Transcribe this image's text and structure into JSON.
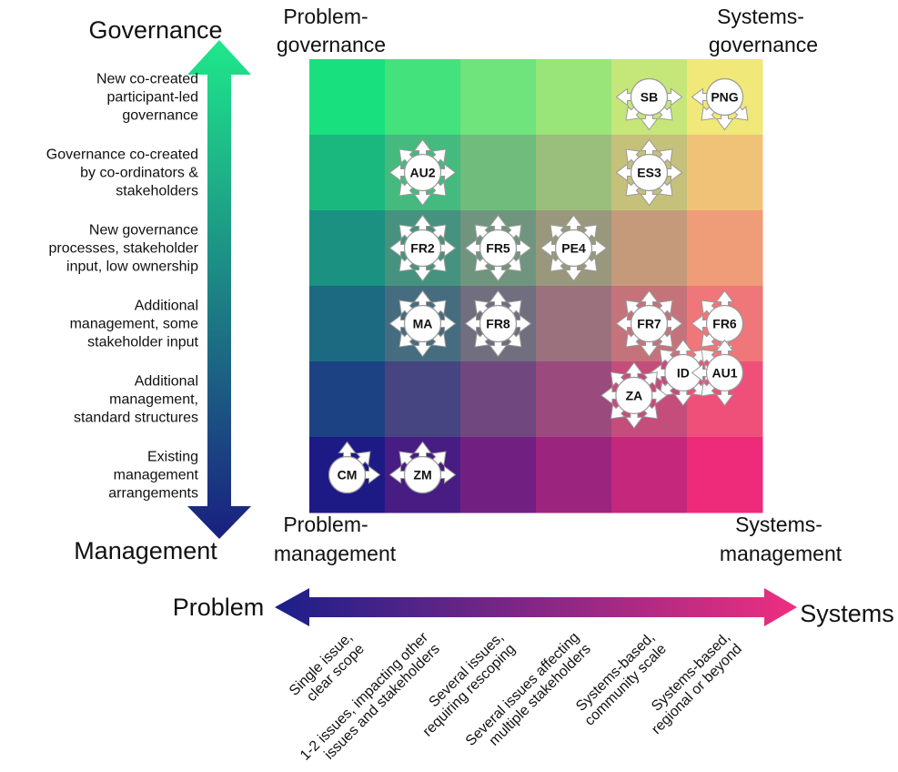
{
  "axis_titles": {
    "governance": "Governance",
    "management": "Management",
    "problem": "Problem",
    "systems": "Systems"
  },
  "corner_labels": {
    "top_left": [
      "Problem-",
      "governance"
    ],
    "top_right": [
      "Systems-",
      "governance"
    ],
    "bottom_left": [
      "Problem-",
      "management"
    ],
    "bottom_right": [
      "Systems-",
      "management"
    ]
  },
  "y_levels": [
    [
      "New co-created",
      "participant-led",
      "governance"
    ],
    [
      "Governance co-created",
      "by co-ordinators &",
      "stakeholders"
    ],
    [
      "New governance",
      "processes, stakeholder",
      "input, low ownership"
    ],
    [
      "Additional",
      "management, some",
      "stakeholder input"
    ],
    [
      "Additional",
      "management,",
      "standard structures"
    ],
    [
      "Existing",
      "management",
      "arrangements"
    ]
  ],
  "x_levels": [
    [
      "Single issue,",
      "clear scope"
    ],
    [
      "1-2 issues, impacting other",
      "issues and stakeholders"
    ],
    [
      "Several issues,",
      "requiring rescoping"
    ],
    [
      "Several issues affecting",
      "multiple stakeholders"
    ],
    [
      "Systems-based,",
      "community scale"
    ],
    [
      "Systems-based,",
      "regional or beyond"
    ]
  ],
  "colors": {
    "top_left": "#19e07e",
    "top_right": "#f0e878",
    "bottom_left": "#1e1a85",
    "bottom_right": "#ee2a7a",
    "vertical_arrow_top": "#1fe88a",
    "vertical_arrow_bottom": "#1a1f80",
    "horizontal_arrow_left": "#1a1f8a",
    "horizontal_arrow_right": "#ee2f80"
  },
  "cases": [
    {
      "id": "SB",
      "col": 4,
      "row": 5,
      "arrows": [
        "w",
        "e",
        "s",
        "sw",
        "se"
      ]
    },
    {
      "id": "PNG",
      "col": 5,
      "row": 5,
      "arrows": [
        "w",
        "s",
        "sw",
        "se"
      ]
    },
    {
      "id": "AU2",
      "col": 1,
      "row": 4,
      "arrows": [
        "n",
        "s",
        "e",
        "w",
        "ne",
        "nw",
        "se",
        "sw"
      ]
    },
    {
      "id": "ES3",
      "col": 4,
      "row": 4,
      "arrows": [
        "n",
        "s",
        "e",
        "w",
        "ne",
        "nw",
        "se",
        "sw"
      ]
    },
    {
      "id": "FR2",
      "col": 1,
      "row": 3,
      "arrows": [
        "n",
        "s",
        "e",
        "w",
        "ne",
        "nw",
        "se",
        "sw"
      ]
    },
    {
      "id": "FR5",
      "col": 2,
      "row": 3,
      "arrows": [
        "n",
        "s",
        "e",
        "w",
        "ne",
        "nw",
        "se",
        "sw"
      ]
    },
    {
      "id": "PE4",
      "col": 3,
      "row": 3,
      "arrows": [
        "n",
        "s",
        "e",
        "w",
        "ne",
        "nw",
        "se",
        "sw"
      ]
    },
    {
      "id": "MA",
      "col": 1,
      "row": 2,
      "arrows": [
        "n",
        "s",
        "e",
        "w",
        "ne",
        "nw",
        "se",
        "sw"
      ]
    },
    {
      "id": "FR8",
      "col": 2,
      "row": 2,
      "arrows": [
        "n",
        "s",
        "e",
        "w",
        "ne",
        "nw",
        "se",
        "sw"
      ]
    },
    {
      "id": "FR7",
      "col": 4,
      "row": 2,
      "arrows": [
        "n",
        "s",
        "e",
        "w",
        "ne",
        "nw",
        "se",
        "sw"
      ]
    },
    {
      "id": "FR6",
      "col": 5,
      "row": 2,
      "arrows": [
        "n",
        "s",
        "w",
        "nw",
        "sw"
      ]
    },
    {
      "id": "ID",
      "col": 4.45,
      "row": 1.35,
      "arrows": [
        "n",
        "s",
        "e",
        "w",
        "ne",
        "nw",
        "se",
        "sw"
      ]
    },
    {
      "id": "ZA",
      "col": 3.8,
      "row": 1.05,
      "arrows": [
        "n",
        "s",
        "e",
        "w",
        "ne",
        "nw",
        "se",
        "sw"
      ]
    },
    {
      "id": "AU1",
      "col": 5,
      "row": 1.35,
      "arrows": [
        "n",
        "s",
        "w",
        "nw",
        "sw"
      ]
    },
    {
      "id": "CM",
      "col": 0,
      "row": 0,
      "arrows": [
        "n",
        "e",
        "ne"
      ]
    },
    {
      "id": "ZM",
      "col": 1,
      "row": 0,
      "arrows": [
        "n",
        "e",
        "w",
        "ne",
        "nw"
      ]
    }
  ]
}
